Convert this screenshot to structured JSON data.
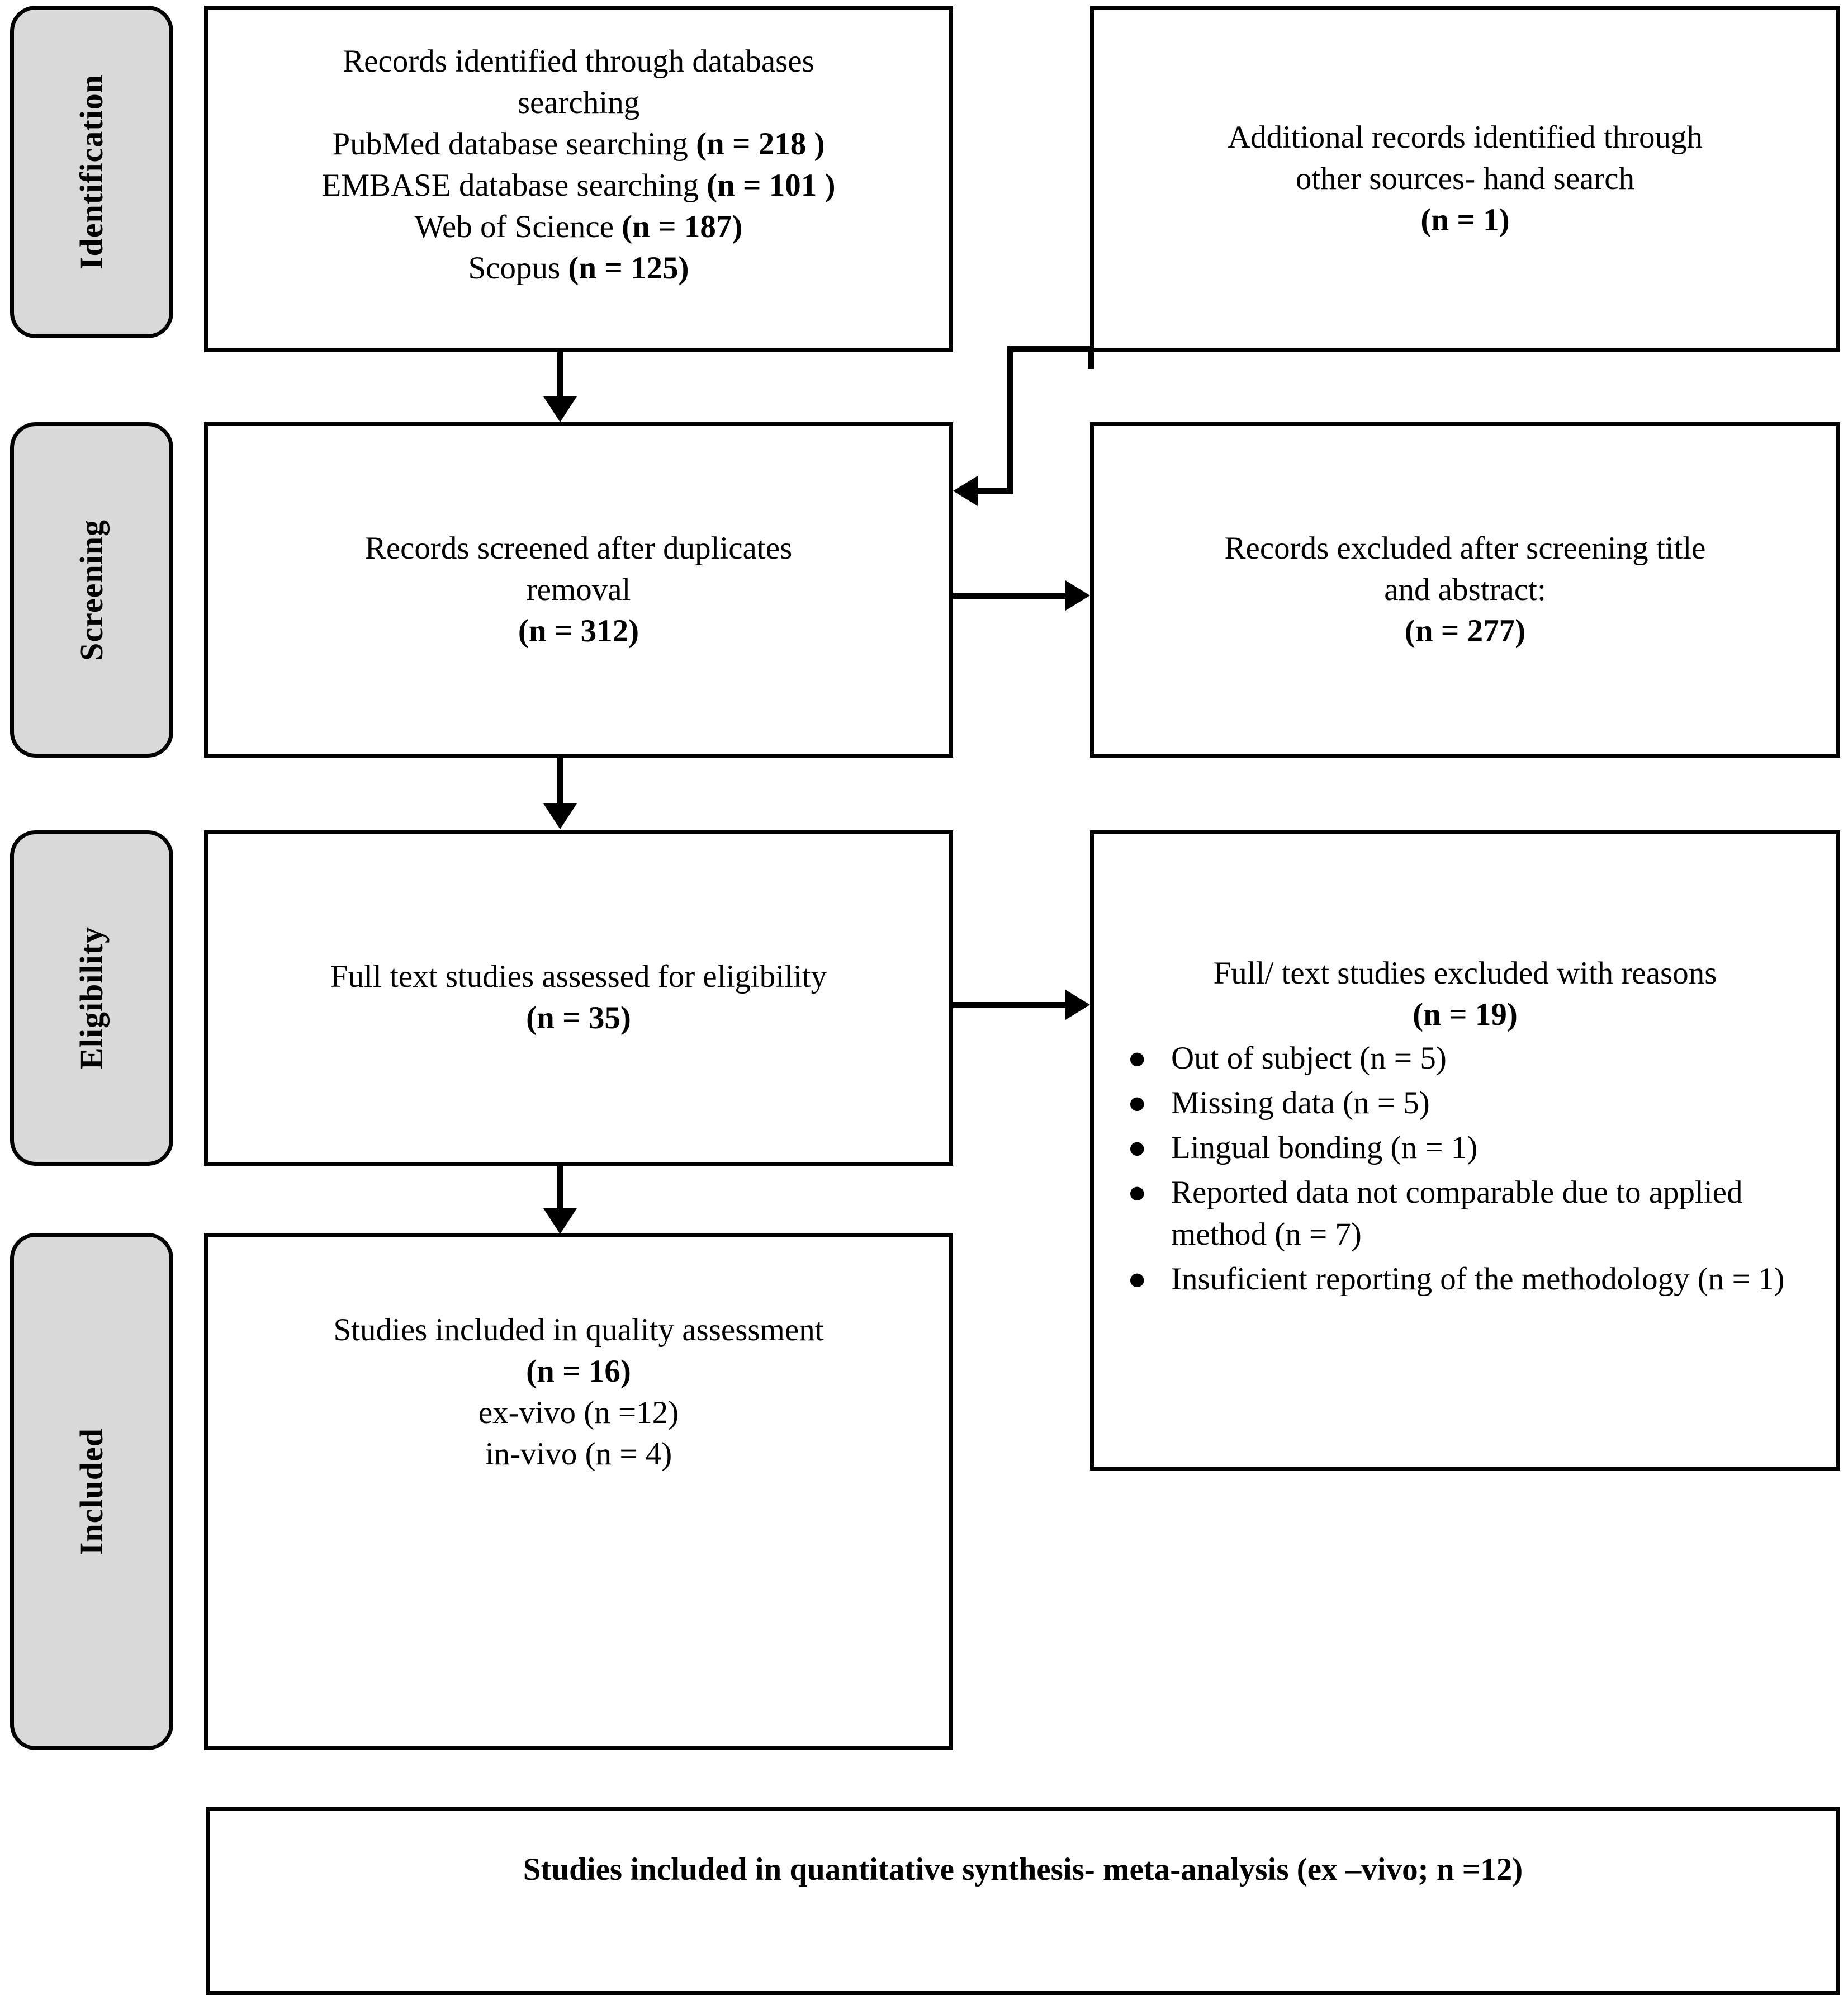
{
  "diagram": {
    "type": "prisma-flow-diagram",
    "title": "PRISMA flow diagram",
    "colors": {
      "stage_fill": "#d9d9d9",
      "box_fill": "#ffffff",
      "line": "#000000",
      "text": "#000000"
    }
  },
  "stages": [
    {
      "id": "identification",
      "label": "Identification"
    },
    {
      "id": "screening",
      "label": "Screening"
    },
    {
      "id": "eligibility",
      "label": "Eligibility"
    },
    {
      "id": "included",
      "label": "Included"
    }
  ],
  "boxes": {
    "identification_left": {
      "lines": [
        {
          "text": "Records identified through databases"
        },
        {
          "text": "searching"
        }
      ],
      "sources": [
        {
          "label": "PubMed database searching",
          "count": "(n =  218 )"
        },
        {
          "label": "EMBASE database searching",
          "count": "(n = 101 )"
        },
        {
          "label": "Web of Science",
          "count": "(n = 187)"
        },
        {
          "label": "Scopus ",
          "count": "(n = 125)"
        }
      ]
    },
    "identification_right": {
      "line1": "Additional records identified through",
      "line2": "other sources- hand search",
      "count": "(n = 1)"
    },
    "screening_left": {
      "line1": "Records screened after duplicates",
      "line2": "removal",
      "count": "(n = 312)"
    },
    "screening_right": {
      "line1": "Records excluded after screening title",
      "line2": "and abstract:",
      "count": "(n = 277)"
    },
    "eligibility_left": {
      "line1": "Full text studies assessed for eligibility",
      "count": "(n = 35)"
    },
    "eligibility_right": {
      "line1": "Full/ text studies excluded with reasons",
      "count": "(n = 19)",
      "reasons": [
        "Out of subject (n = 5)",
        "Missing data (n = 5)",
        "Lingual bonding (n = 1)",
        "Reported data not comparable due to applied method (n = 7)",
        "Insuficient reporting of the methodology (n = 1)"
      ]
    },
    "included_left": {
      "line1": "Studies included in quality assessment",
      "count": "(n = 16)",
      "line3": "ex-vivo (n =12)",
      "line4": "in-vivo (n = 4)"
    },
    "synthesis_bottom": {
      "text": "Studies included in quantitative synthesis- meta-analysis (ex –vivo; n =12)"
    }
  },
  "connectors": [
    {
      "id": "identification-to-screening",
      "kind": "arrow-down"
    },
    {
      "id": "additional-records-to-screening",
      "kind": "elbow-arrow-left"
    },
    {
      "id": "screening-to-excluded",
      "kind": "arrow-right"
    },
    {
      "id": "screening-to-eligibility",
      "kind": "arrow-down"
    },
    {
      "id": "eligibility-to-excluded-reasons",
      "kind": "arrow-right"
    },
    {
      "id": "eligibility-to-included",
      "kind": "arrow-down"
    }
  ]
}
